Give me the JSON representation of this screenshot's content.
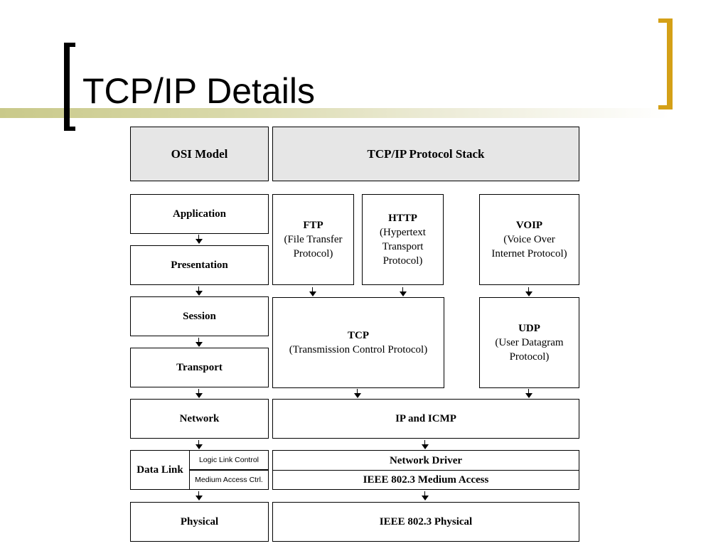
{
  "slide": {
    "title": "TCP/IP Details"
  },
  "diagram": {
    "headers": {
      "osi": "OSI Model",
      "tcpip": "TCP/IP Protocol Stack"
    },
    "osi_layers": {
      "application": "Application",
      "presentation": "Presentation",
      "session": "Session",
      "transport": "Transport",
      "network": "Network",
      "data_link": "Data Link",
      "physical": "Physical"
    },
    "data_link_sublayers": {
      "llc": "Logic Link Control",
      "mac": "Medium Access Ctrl."
    },
    "protocols": {
      "ftp": {
        "name": "FTP",
        "line1": "(File Transfer",
        "line2": "Protocol)"
      },
      "http": {
        "name": "HTTP",
        "line1": "(Hypertext",
        "line2": "Transport",
        "line3": "Protocol)"
      },
      "voip": {
        "name": "VOIP",
        "line1": "(Voice Over",
        "line2": "Internet Protocol)"
      },
      "tcp": {
        "name": "TCP",
        "line1": "(Transmission Control Protocol)"
      },
      "udp": {
        "name": "UDP",
        "line1": "(User Datagram",
        "line2": "Protocol)"
      },
      "ip": "IP and ICMP",
      "network_driver": "Network Driver",
      "medium_access": "IEEE 802.3 Medium Access",
      "physical": "IEEE 802.3 Physical"
    }
  },
  "colors": {
    "header_fill": "#e6e6e6",
    "accent_gold": "#d4a017",
    "title_bar": "#c9c98a"
  }
}
